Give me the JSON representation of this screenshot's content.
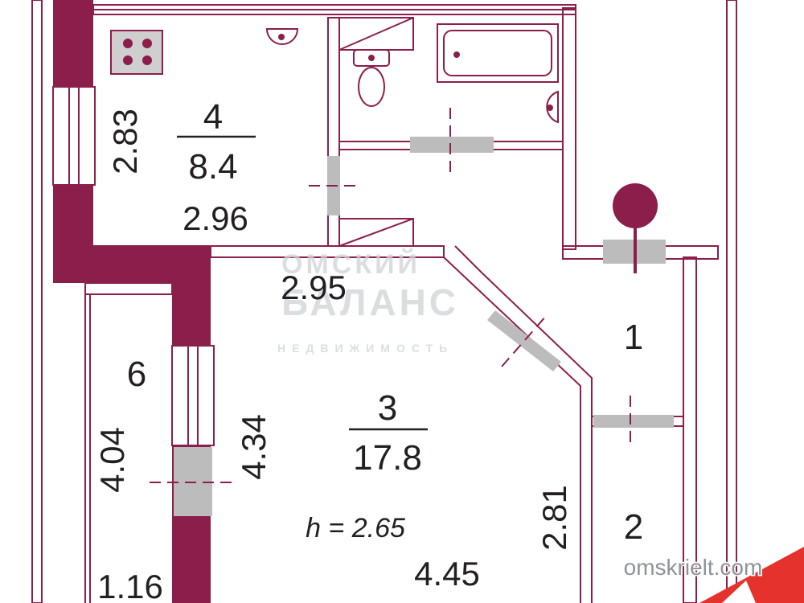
{
  "colors": {
    "wall_bearing": "#8b1e4b",
    "wall_line": "#8b1e4b",
    "door": "#bcbcbc",
    "text": "#231f20",
    "watermark": "#cfd3d8",
    "site_badge": "#e5322d"
  },
  "rooms": [
    {
      "number": "4",
      "area": "8.4"
    },
    {
      "number": "3",
      "area": "17.8"
    },
    {
      "number": "1"
    },
    {
      "number": "2"
    },
    {
      "number": "6"
    }
  ],
  "dimensions": {
    "kitchen_height_side": "2.83",
    "kitchen_width": "2.96",
    "top_width": "2.95",
    "loggia_length": "4.04",
    "room_depth": "4.34",
    "room_side": "2.81",
    "room_width": "4.45",
    "loggia_width": "1.16"
  },
  "ceiling_height": "h = 2.65",
  "watermark": {
    "line1": "ОМСКИЙ",
    "line2": "БАЛАНС",
    "line3": "НЕДВИЖИМОСТЬ"
  },
  "site": "omskrielt.com",
  "icons": [
    "stove-icon",
    "sink-icon",
    "toilet-icon",
    "bathtub-icon",
    "washbasin-icon",
    "lamp-icon"
  ]
}
